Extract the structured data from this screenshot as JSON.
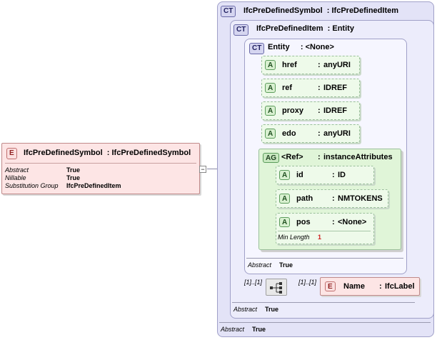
{
  "root_element": {
    "badge": "E",
    "name": "IfcPreDefinedSymbol",
    "type": "IfcPreDefinedSymbol",
    "properties": [
      {
        "label": "Abstract",
        "value": "True"
      },
      {
        "label": "Nillable",
        "value": "True"
      },
      {
        "label": "Substitution Group",
        "value": "IfcPreDefinedItem"
      }
    ]
  },
  "outer_type": {
    "badge": "CT",
    "name": "IfcPreDefinedSymbol",
    "base": "IfcPreDefinedItem",
    "footer_label": "Abstract",
    "footer_value": "True"
  },
  "mid_type": {
    "badge": "CT",
    "name": "IfcPreDefinedItem",
    "base": "Entity",
    "footer_label": "Abstract",
    "footer_value": "True"
  },
  "inner_type": {
    "badge": "CT",
    "name": "Entity",
    "base": "<None>",
    "footer_label": "Abstract",
    "footer_value": "True",
    "attributes": [
      {
        "badge": "A",
        "name": "href",
        "type": "anyURI"
      },
      {
        "badge": "A",
        "name": "ref",
        "type": "IDREF"
      },
      {
        "badge": "A",
        "name": "proxy",
        "type": "IDREF"
      },
      {
        "badge": "A",
        "name": "edo",
        "type": "anyURI"
      }
    ],
    "attribute_group": {
      "badge": "AG",
      "name": "<Ref>",
      "type": "instanceAttributes",
      "attributes": [
        {
          "badge": "A",
          "name": "id",
          "type": "ID"
        },
        {
          "badge": "A",
          "name": "path",
          "type": "NMTOKENS"
        },
        {
          "badge": "A",
          "name": "pos",
          "type": "<None>",
          "extra_label": "Min Length",
          "extra_value": "1"
        }
      ]
    }
  },
  "sequence": {
    "left_cardinality": "[1]..[1]",
    "right_cardinality": "[1]..[1]",
    "child": {
      "badge": "E",
      "name": "Name",
      "type": "IfcLabel"
    }
  },
  "collapse_glyph": "−"
}
